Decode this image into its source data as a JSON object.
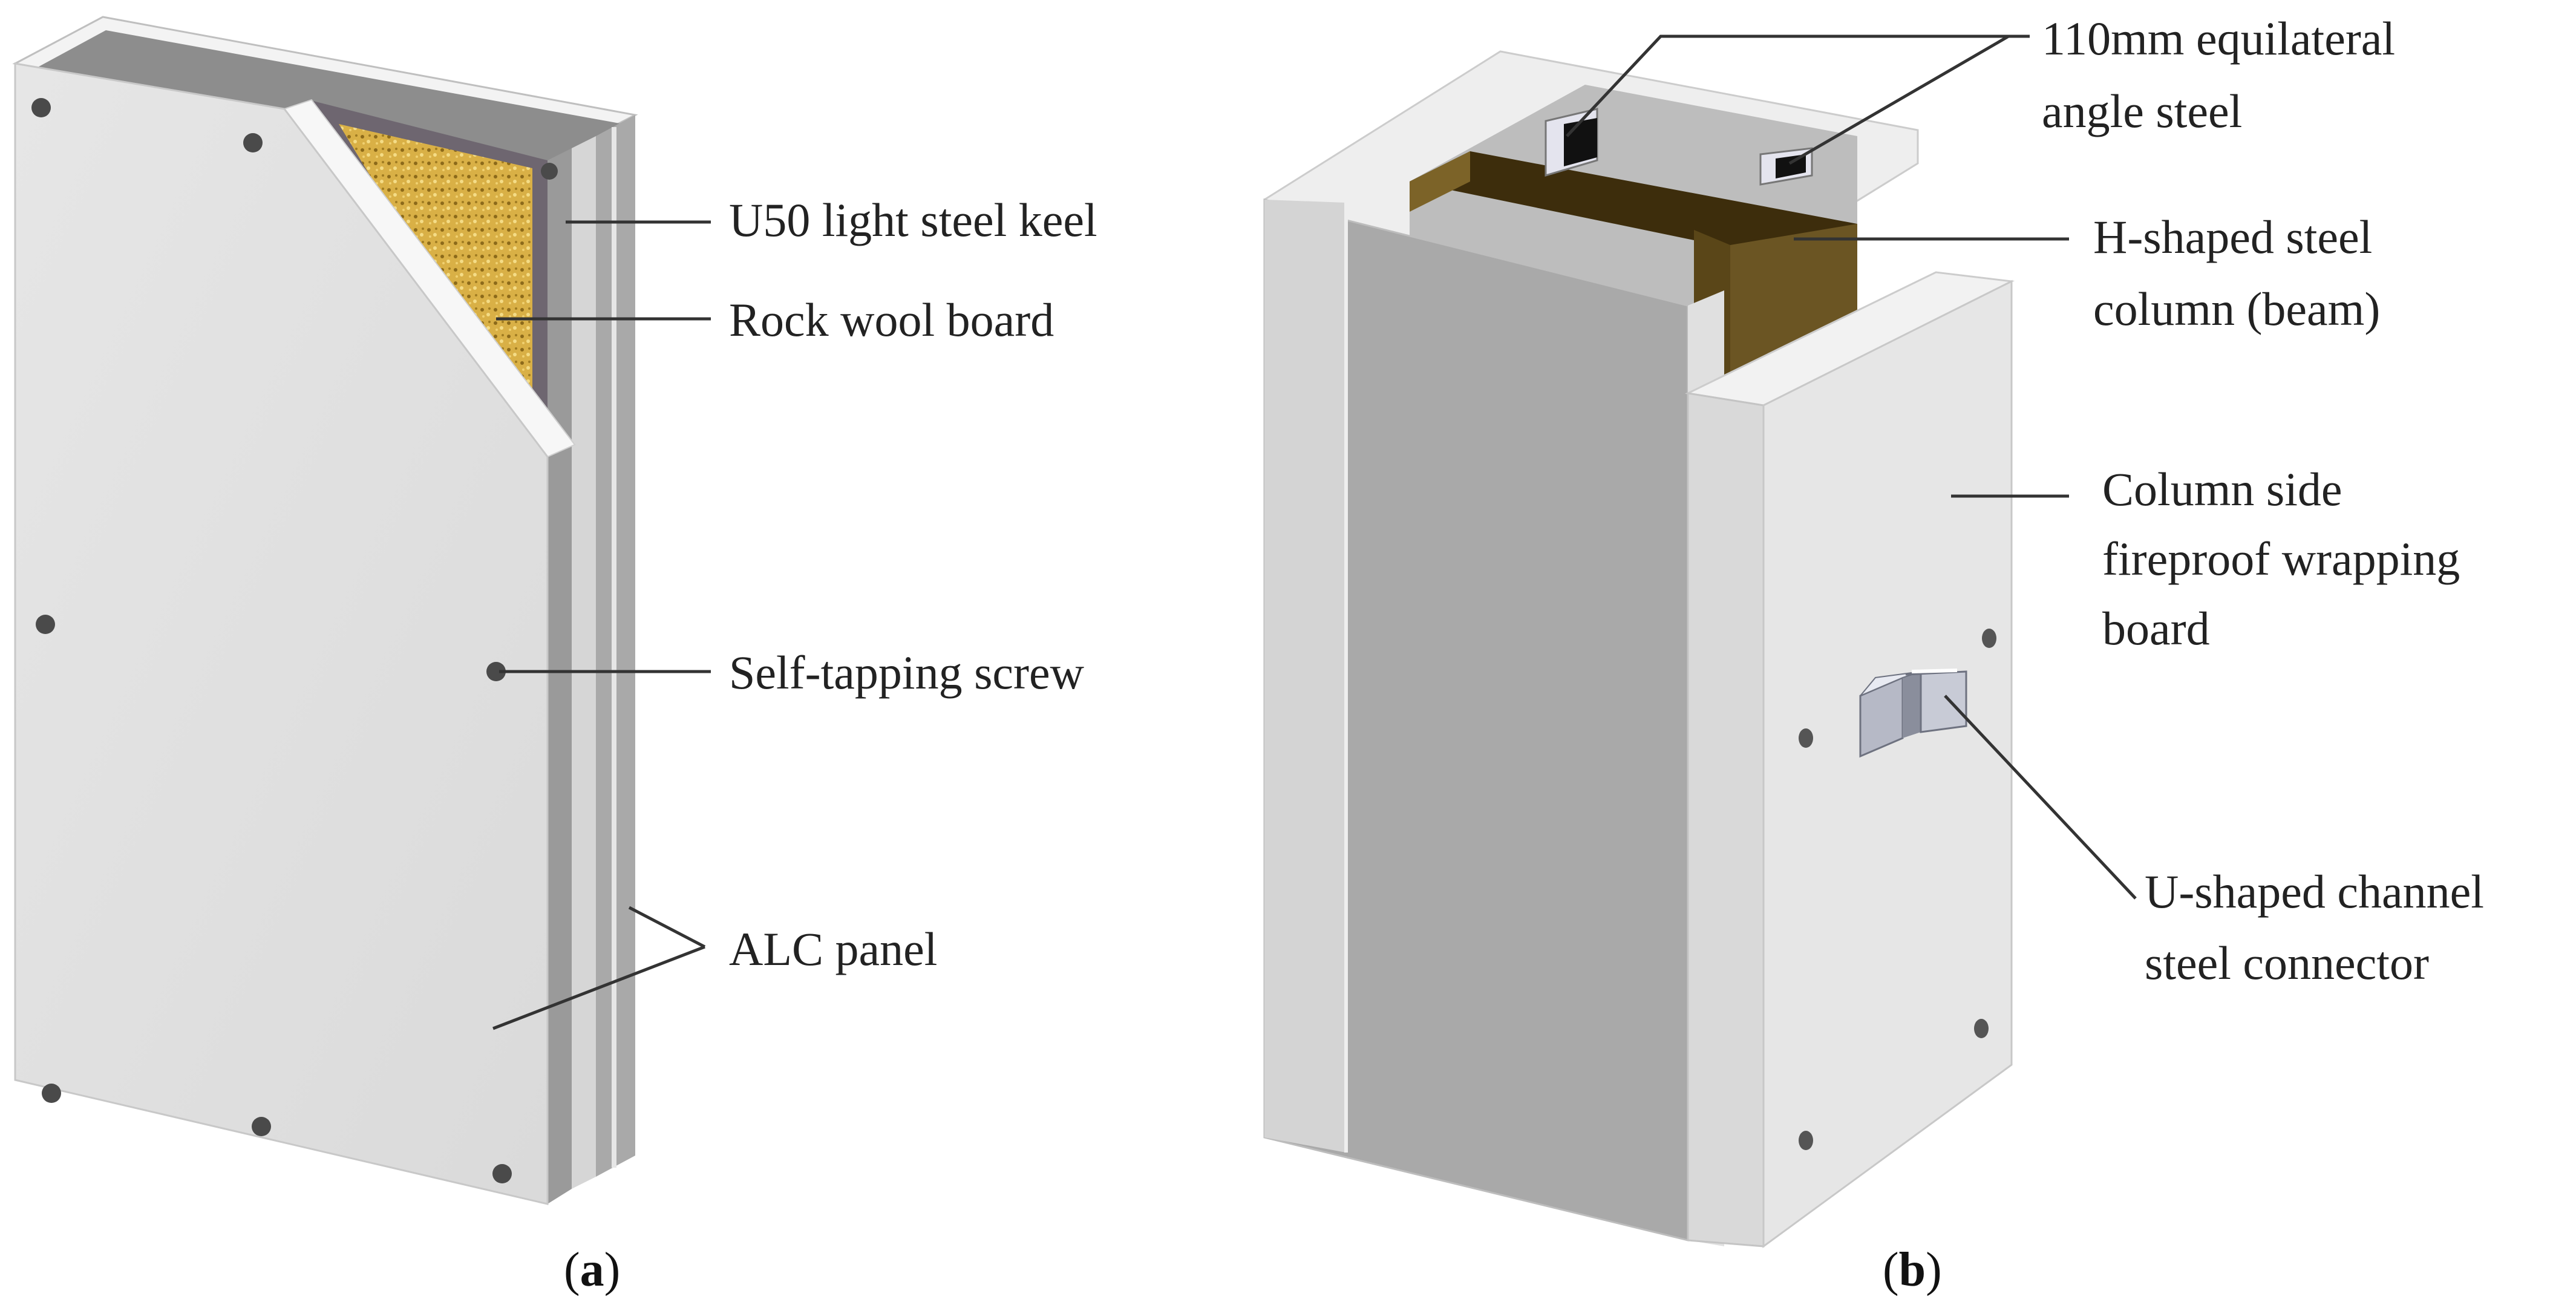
{
  "panel_a": {
    "caption_open": "(",
    "caption_letter": "a",
    "caption_close": ")",
    "labels": {
      "keel": "U50 light steel keel",
      "rock_wool": "Rock wool board",
      "screw": "Self-tapping screw",
      "alc": "ALC panel"
    }
  },
  "panel_b": {
    "caption_open": "(",
    "caption_letter": "b",
    "caption_close": ")",
    "labels": {
      "angle_line1": "110mm equilateral",
      "angle_line2": "angle steel",
      "h_line1": "H-shaped steel",
      "h_line2": "column (beam)",
      "wrap_line1": "Column side",
      "wrap_line2": "fireproof wrapping",
      "wrap_line3": "board",
      "u_line1": "U-shaped channel",
      "u_line2": "steel connector"
    }
  },
  "colors": {
    "board_light": "#e4e4e4",
    "board_mid": "#bdbdbd",
    "board_dark": "#9c9c9c",
    "keel": "#6e6670",
    "rock_wool": "#d9b046",
    "h_steel": "#6b5523",
    "h_steel_dark": "#3d2d0c"
  }
}
